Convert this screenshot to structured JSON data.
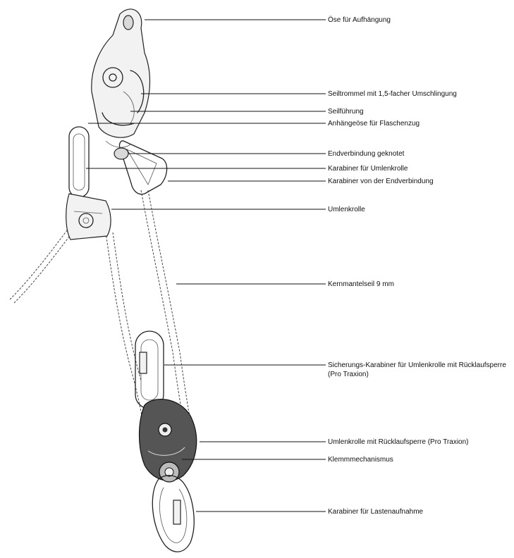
{
  "labels": {
    "oese_aufhaengung": "Öse für Aufhängung",
    "seiltrommel": "Seiltrommel mit 1,5-facher Umschlingung",
    "seilfuehrung": "Seilführung",
    "anhaengeoese": "Anhängeöse für Flaschenzug",
    "endverbindung": "Endverbindung geknotet",
    "karabiner_umlenkrolle": "Karabiner für Umlenkrolle",
    "karabiner_endverbindung": "Karabiner von der Endverbindung",
    "umlenkrolle": "Umlenkrolle",
    "kernmantelseil": "Kernmantelseil 9 mm",
    "sicherungs_karabiner": "Sicherungs-Karabiner für Umlenkrolle mit Rücklaufsperre (Pro Traxion)",
    "umlenkrolle_ruecklauf": "Umlenkrolle mit Rücklaufsperre (Pro Traxion)",
    "klemmmechanismus": "Klemmmechanismus",
    "karabiner_lastenaufnahme": "Karabiner für Lastenaufnahme"
  }
}
